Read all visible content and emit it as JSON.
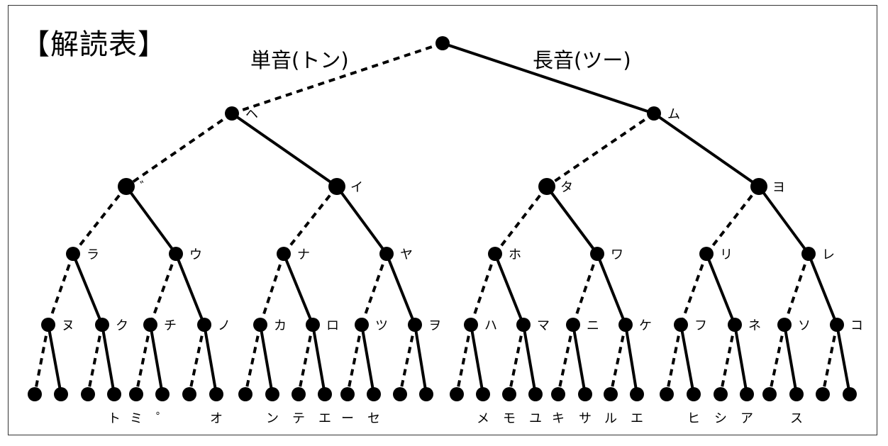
{
  "title": "【解読表】",
  "legend": {
    "short_label": "単音(トン)",
    "long_label": "長音(ツー)"
  },
  "tree": {
    "root": "",
    "level1": [
      "ヘ",
      "ム"
    ],
    "level2": [
      "゛",
      "イ",
      "タ",
      "ヨ"
    ],
    "level3": [
      "ラ",
      "ウ",
      "ナ",
      "ヤ",
      "ホ",
      "ワ",
      "リ",
      "レ"
    ],
    "level4": [
      "ヌ",
      "ク",
      "チ",
      "ノ",
      "カ",
      "ロ",
      "ツ",
      "ヲ",
      "ハ",
      "マ",
      "ニ",
      "ケ",
      "フ",
      "ネ",
      "ソ",
      "コ"
    ],
    "level5": [
      "",
      "",
      "",
      "ト",
      "ミ",
      "゜",
      "",
      "オ",
      "",
      "ン",
      "テ",
      "エ",
      "ー",
      "セ",
      "",
      "",
      "",
      "メ",
      "モ",
      "ユ",
      "キ",
      "サ",
      "ル",
      "エ",
      "",
      "ヒ",
      "シ",
      "ア",
      "",
      "ス",
      "",
      ""
    ]
  },
  "colors": {
    "ink": "#000000",
    "frame": "#333333"
  }
}
